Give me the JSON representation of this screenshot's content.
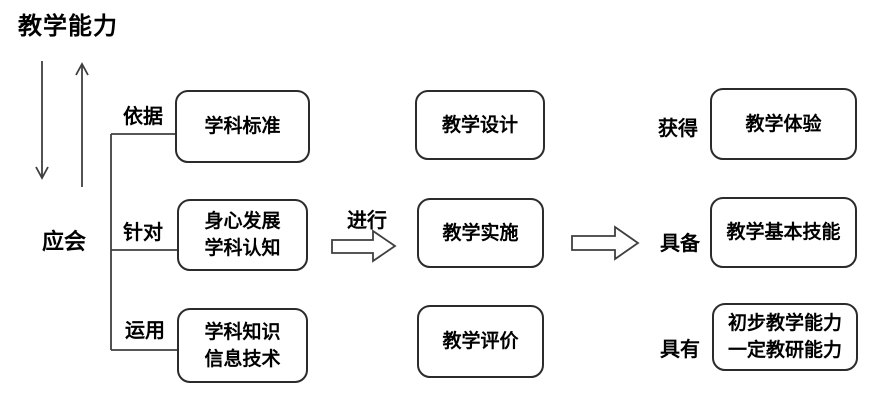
{
  "title": "教学能力",
  "colors": {
    "background": "#ffffff",
    "line": "#3f3f3f",
    "box_border": "#2b2b2b",
    "text": "#000000"
  },
  "left_column": {
    "root_label": "应会",
    "rows": [
      {
        "relation": "依据",
        "box_lines": [
          "学科标准"
        ]
      },
      {
        "relation": "针对",
        "box_lines": [
          "身心发展",
          "学科认知"
        ]
      },
      {
        "relation": "运用",
        "box_lines": [
          "学科知识",
          "信息技术"
        ]
      }
    ]
  },
  "middle_column": {
    "arrow_label": "进行",
    "boxes": [
      {
        "box_lines": [
          "教学设计"
        ]
      },
      {
        "box_lines": [
          "教学实施"
        ]
      },
      {
        "box_lines": [
          "教学评价"
        ]
      }
    ]
  },
  "right_column": {
    "rows": [
      {
        "relation": "获得",
        "box_lines": [
          "教学体验"
        ]
      },
      {
        "relation": "具备",
        "box_lines": [
          "教学基本技能"
        ]
      },
      {
        "relation": "具有",
        "box_lines": [
          "初步教学能力",
          "一定教研能力"
        ]
      }
    ]
  }
}
